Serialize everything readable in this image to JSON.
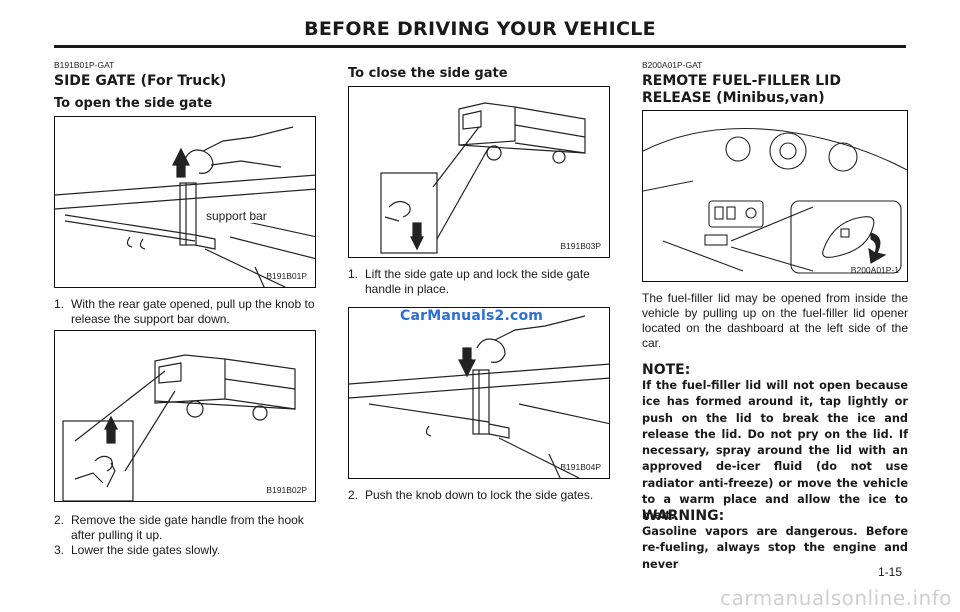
{
  "header": {
    "title": "BEFORE DRIVING YOUR VEHICLE"
  },
  "left": {
    "code": "B191B01P-GAT",
    "heading": "SIDE GATE (For Truck)",
    "subheading": "To open the side gate",
    "figure1": {
      "code": "B191B01P",
      "label": "support bar"
    },
    "step1": {
      "num": "1.",
      "text": "With the rear gate opened, pull up the knob to release the support bar down."
    },
    "figure2": {
      "code": "B191B02P"
    },
    "step2": {
      "num": "2.",
      "text": "Remove the side gate handle from the hook after pulling it up."
    },
    "step3": {
      "num": "3.",
      "text": "Lower the side gates slowly."
    }
  },
  "middle": {
    "heading": "To close the side gate",
    "figure1": {
      "code": "B191B03P"
    },
    "step1": {
      "num": "1.",
      "text": "Lift the side gate up and lock the side gate handle in place."
    },
    "figure2": {
      "code": "B191B04P"
    },
    "step2": {
      "num": "2.",
      "text": "Push the knob down to lock the side gates."
    }
  },
  "right": {
    "code": "B200A01P-GAT",
    "heading": "REMOTE FUEL-FILLER LID RELEASE (Minibus,van)",
    "figure": {
      "code": "B200A01P-1"
    },
    "paragraph": "The fuel-filler lid may be opened from inside the vehicle by pulling up on the fuel-filler lid opener located on the dashboard at the left side of the car.",
    "note_title": "NOTE:",
    "note_body": "If the fuel-filler lid will not open because ice has formed around it, tap lightly or push on the lid to break the ice and release the lid. Do not pry on the lid. If necessary, spray around the lid with an approved de-icer fluid (do not use radiator anti-freeze) or move the vehicle to a warm place and allow the ice to melt.",
    "warning_title": "WARNING:",
    "warning_body": "Gasoline vapors are dangerous. Before re-fueling, always stop the engine and never"
  },
  "watermarks": {
    "top": "CarManuals2.com",
    "bottom": "carmanualsonline.info"
  },
  "page_number": "1-15"
}
